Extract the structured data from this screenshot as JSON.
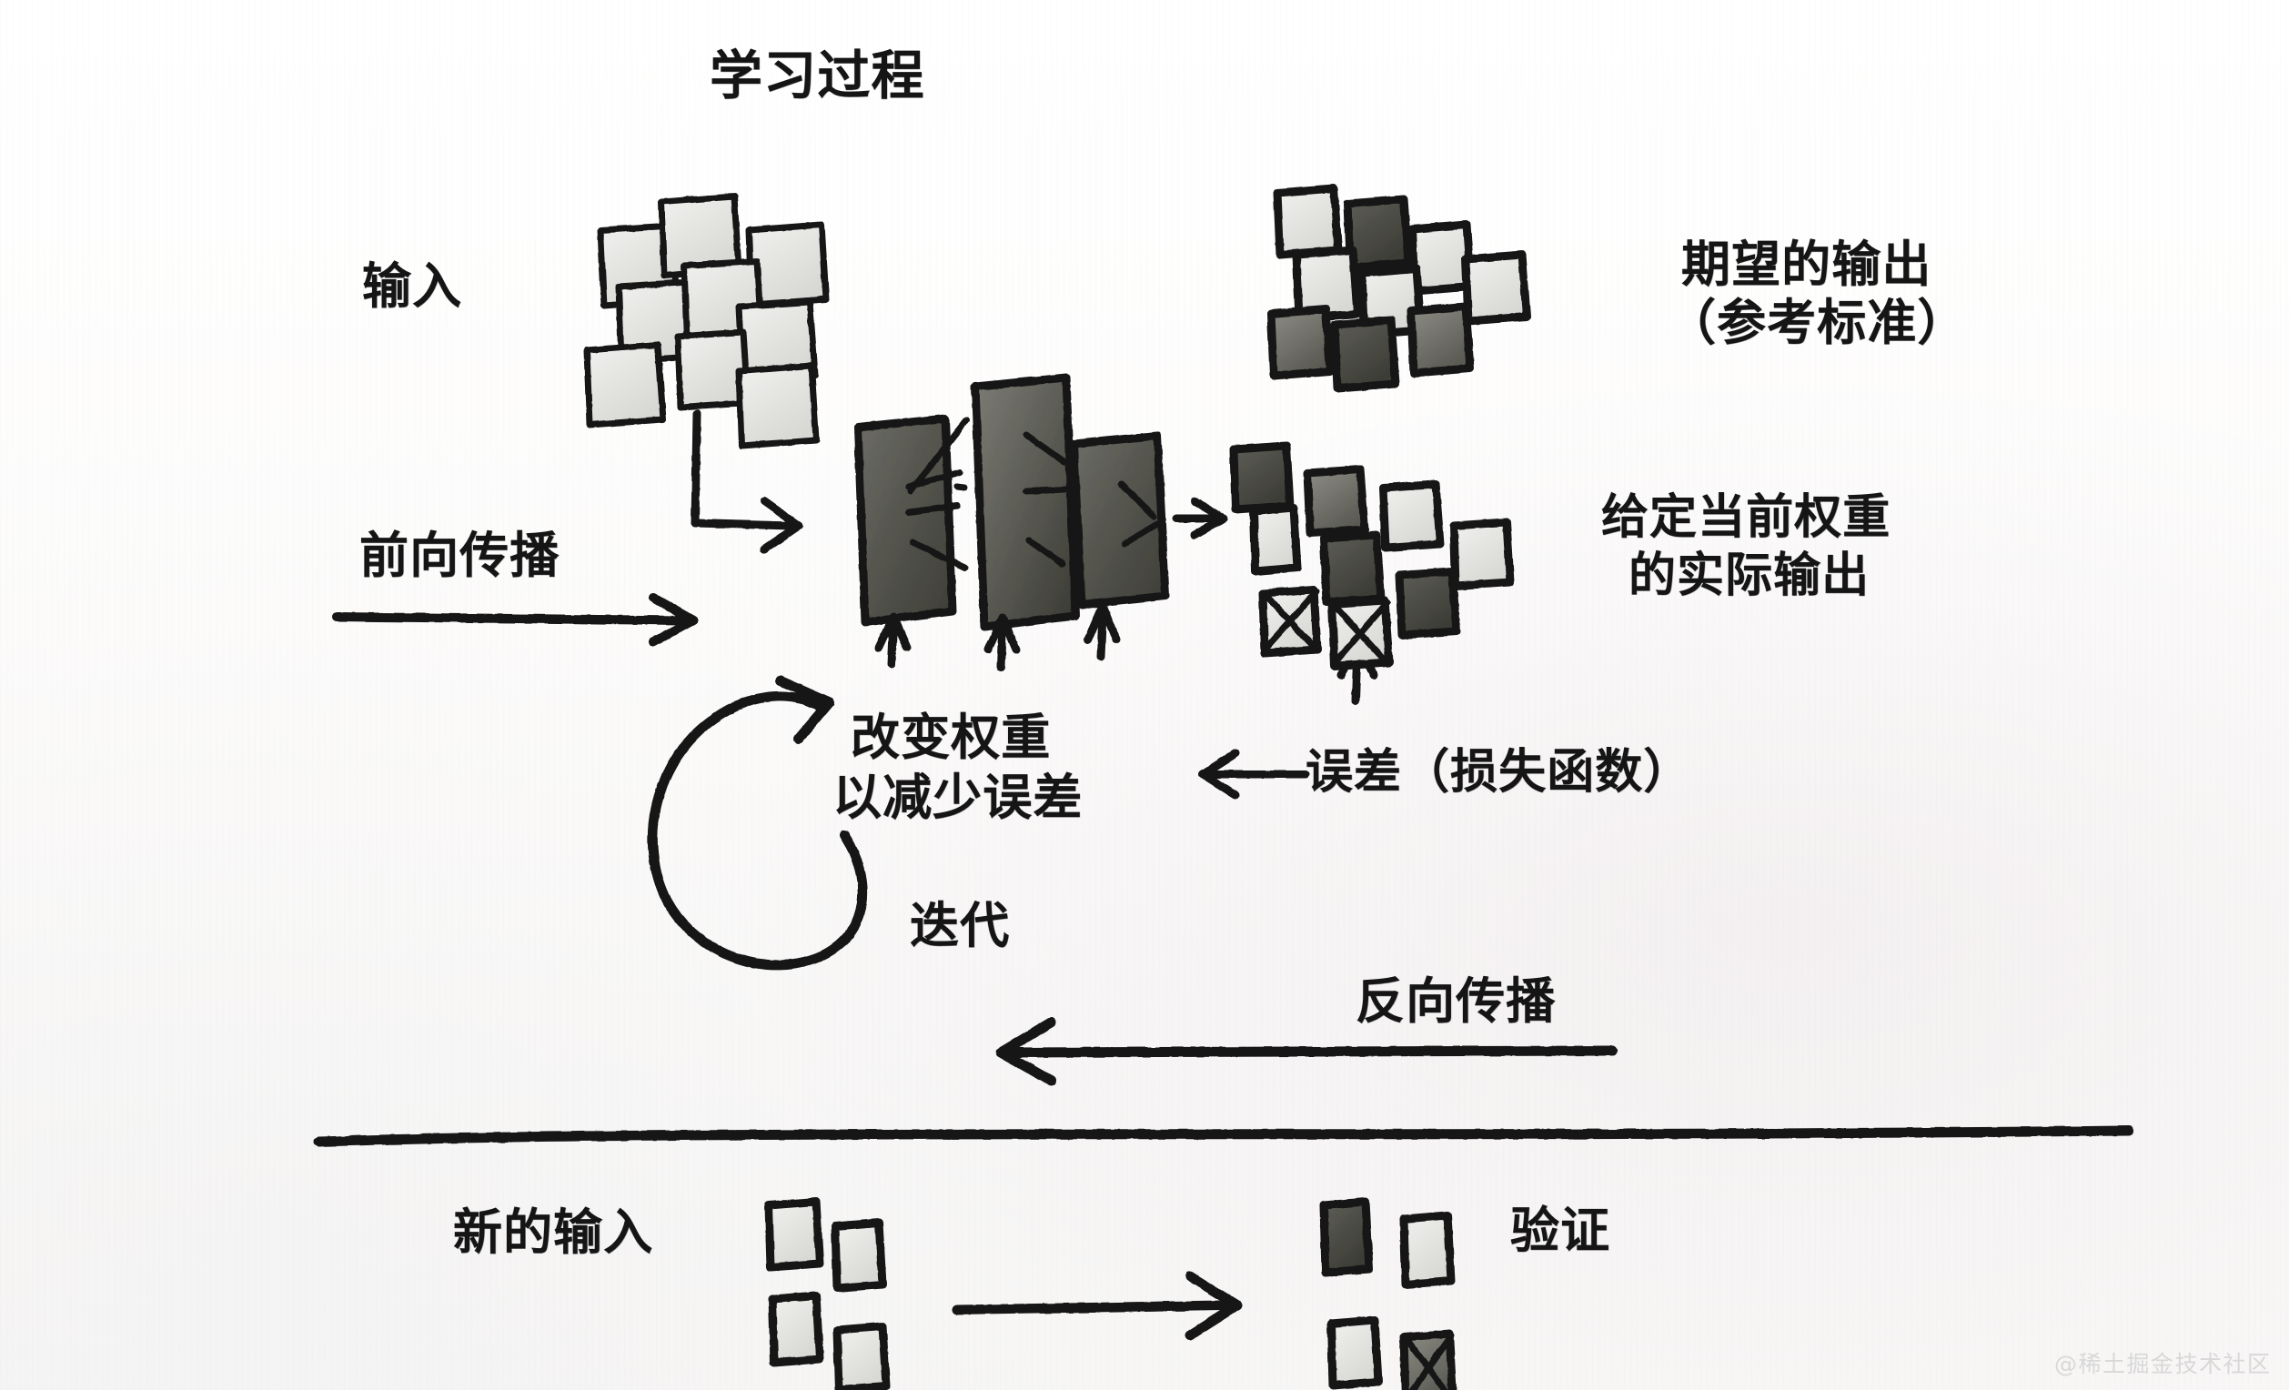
{
  "diagram": {
    "title": "学习过程",
    "watermark": "@稀土掘金技术社区",
    "labels": {
      "input": "输入",
      "forward_propagation": "前向传播",
      "expected_output_line1": "期望的输出",
      "expected_output_line2": "（参考标准）",
      "actual_output_line1": "给定当前权重",
      "actual_output_line2": "的实际输出",
      "change_weights_line1": "改变权重",
      "change_weights_line2": "以减少误差",
      "error_loss": "误差（损失函数）",
      "iteration": "迭代",
      "backward_propagation": "反向传播",
      "new_input": "新的输入",
      "validation": "验证"
    },
    "colors": {
      "ink": "#151515",
      "paper": "#fdfdfc",
      "square_light_fill": "#e4e4e2",
      "square_dark_fill": "#4a4a46",
      "layer_fill_dark": "#4f4f4b",
      "layer_fill_light": "#8a8a84",
      "watermark": "#d8d8d8"
    },
    "groups": {
      "input_squares_count": 9,
      "expected_output_squares_count": 9,
      "actual_output_squares_count": 9,
      "actual_output_error_marks": 2,
      "network_layers": 3,
      "validation_input_squares_count": 4,
      "validation_output_squares_count": 4,
      "validation_output_error_marks": 1
    }
  }
}
